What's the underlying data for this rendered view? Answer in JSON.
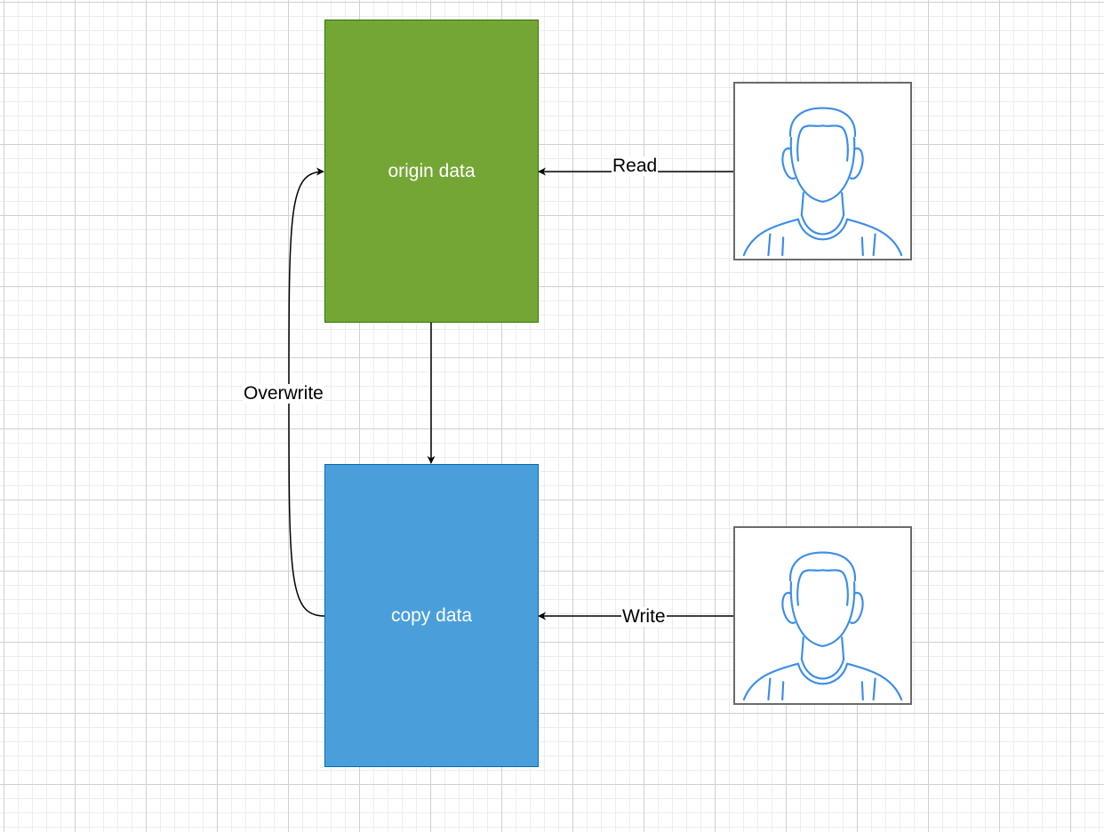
{
  "nodes": {
    "origin": {
      "label": "origin data",
      "fill": "#74a636"
    },
    "copy": {
      "label": "copy data",
      "fill": "#4a9fdb"
    }
  },
  "users": {
    "reader": {
      "icon": "user-icon",
      "stroke": "#3d8ee8"
    },
    "writer": {
      "icon": "user-icon",
      "stroke": "#3d8ee8"
    }
  },
  "edges": {
    "read": {
      "label": "Read"
    },
    "write": {
      "label": "Write"
    },
    "overwrite": {
      "label": "Overwrite"
    },
    "copy": {
      "label": ""
    }
  },
  "colors": {
    "edge": "#000000",
    "user_border": "#6b6b6b"
  }
}
